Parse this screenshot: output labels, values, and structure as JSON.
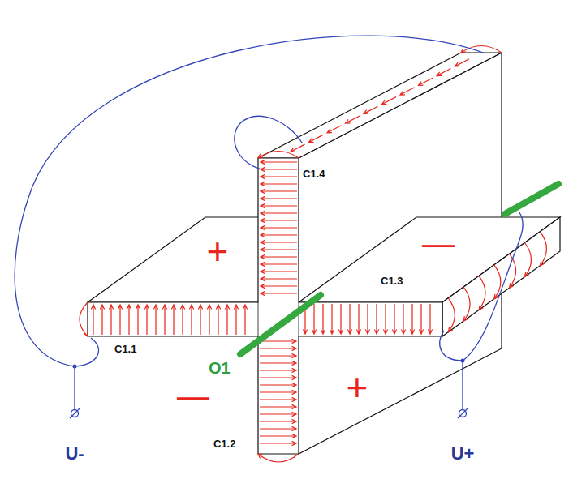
{
  "diagram": {
    "labels": [
      "C1.4",
      "+",
      "—",
      "C1.3",
      "C1.1",
      "O1",
      "—",
      "+",
      "C1.2",
      "U-",
      "U+"
    ]
  }
}
